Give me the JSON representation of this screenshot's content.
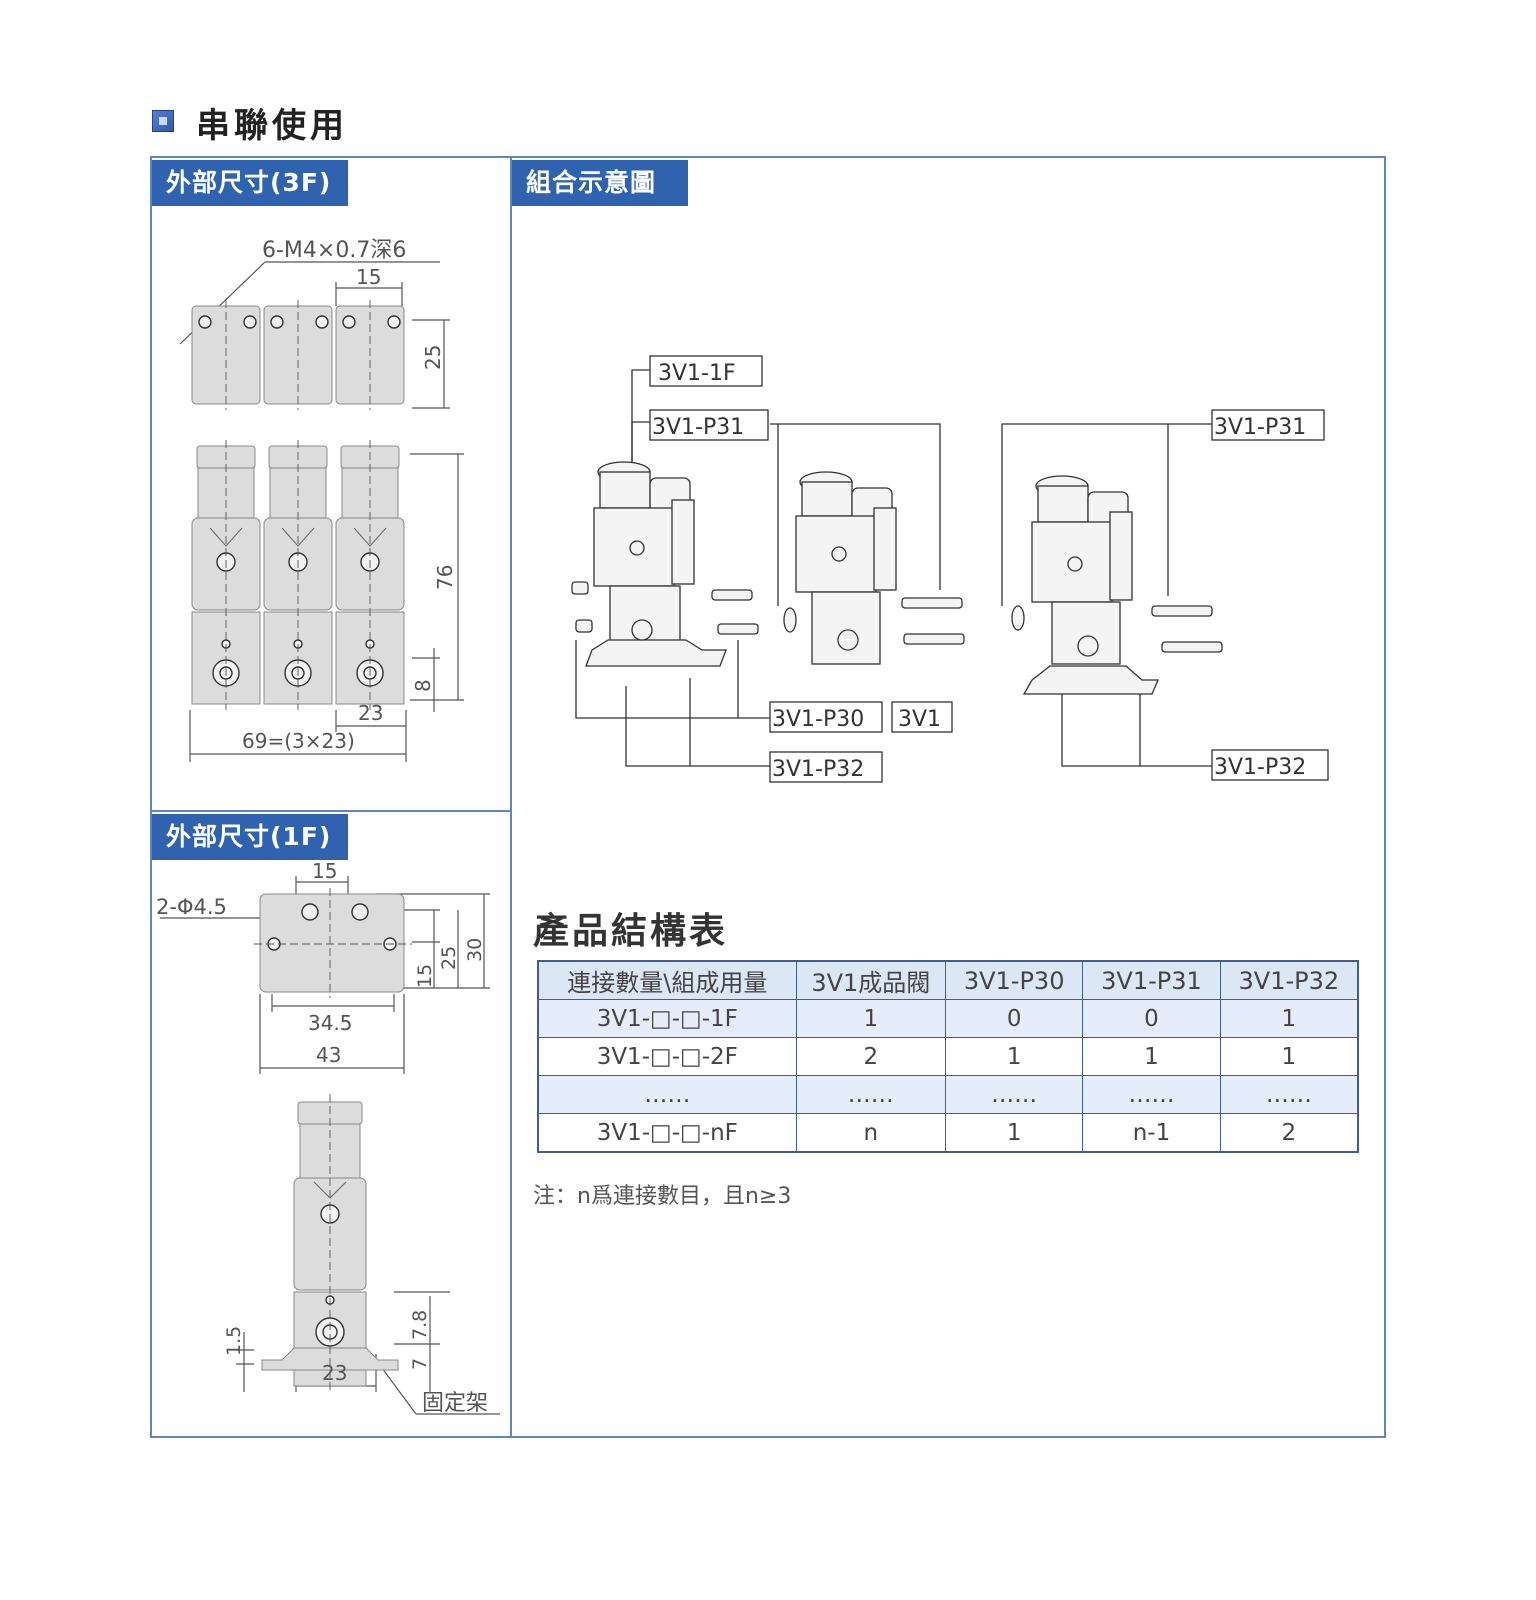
{
  "heading": "串聯使用",
  "tabs": {
    "dim_3f": "外部尺寸(3F)",
    "assembly": "組合示意圖",
    "dim_1f": "外部尺寸(1F)"
  },
  "drawing_3f": {
    "thread_note": "6-M4×0.7深6",
    "pitch": "15",
    "depth_top": "25",
    "height": "76",
    "base_height": "8",
    "unit_width": "23",
    "total_width": "69=(3×23)"
  },
  "drawing_1f": {
    "hole_note": "2-Φ4.5",
    "pitch": "15",
    "dim_15": "15",
    "dim_25": "25",
    "dim_30": "30",
    "hole_span": "34.5",
    "width": "43",
    "dim_1_5": "1.5",
    "dim_7_8": "7.8",
    "dim_7": "7",
    "base_width": "23",
    "bracket_label": "固定架"
  },
  "assembly_labels": {
    "valve_1f": "3V1-1F",
    "p31_left": "3V1-P31",
    "p31_right": "3V1-P31",
    "p30": "3V1-P30",
    "valve": "3V1",
    "p32_left": "3V1-P32",
    "p32_right": "3V1-P32"
  },
  "table": {
    "title": "產品結構表",
    "headers": [
      "連接數量\\組成用量",
      "3V1成品閥",
      "3V1-P30",
      "3V1-P31",
      "3V1-P32"
    ],
    "rows": [
      [
        "3V1-□-□-1F",
        "1",
        "0",
        "0",
        "1"
      ],
      [
        "3V1-□-□-2F",
        "2",
        "1",
        "1",
        "1"
      ],
      [
        "……",
        "……",
        "……",
        "……",
        "……"
      ],
      [
        "3V1-□-□-nF",
        "n",
        "1",
        "n-1",
        "2"
      ]
    ],
    "note": "注：n爲連接數目，且n≥3"
  }
}
